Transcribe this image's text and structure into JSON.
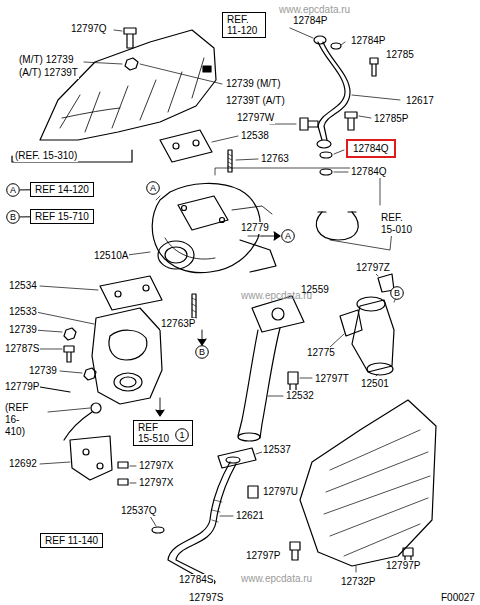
{
  "diagram": {
    "nodes": [
      {
        "text": [
          "REF. 11-120"
        ]
      },
      {
        "text": [
          "12784Q"
        ]
      },
      {
        "text": [
          "A"
        ]
      },
      {
        "text": [
          "REF 14-120"
        ]
      },
      {
        "text": [
          "B"
        ]
      },
      {
        "text": [
          "REF 15-710"
        ]
      },
      {
        "text": [
          "A"
        ]
      },
      {
        "text": [
          "A"
        ]
      },
      {
        "text": [
          "B"
        ]
      },
      {
        "text": [
          "B"
        ]
      },
      {
        "text": [
          "REF 15-510"
        ]
      },
      {
        "text": [
          "1"
        ],
        "in": 10
      },
      {
        "text": [
          "REF 11-140"
        ]
      }
    ],
    "edges": [
      {
        "from": 2,
        "to": 3,
        "arrow": "none"
      },
      {
        "from": 4,
        "to": 5,
        "arrow": "none"
      }
    ],
    "labels": [
      "www.epcdata.ru",
      "12797Q",
      "(M/T) 12739",
      "(A/T) 12739T",
      "12784P",
      "12784P",
      "12785",
      "12739 (M/T)",
      "12739T (A/T)",
      "12617",
      "12797W",
      "12785P",
      "12538",
      "12763",
      "(REF. 15-310)",
      "12784Q",
      "REF. 15-010",
      "12510A",
      "12779",
      "12797Z",
      "12534",
      "12559",
      "12533",
      "12763P",
      "12739",
      "12787S",
      "12775",
      "12739",
      "12797T",
      "12501",
      "12779P",
      "12532",
      "www.epcdata.ru",
      "(REF 16-410)",
      "12537",
      "12692",
      "12797X",
      "12797X",
      "12797U",
      "12537Q",
      "12621",
      "12797P",
      "12797P",
      "www.epcdata.ru",
      "12784S",
      "12732P",
      "12797S",
      "F00027"
    ]
  }
}
